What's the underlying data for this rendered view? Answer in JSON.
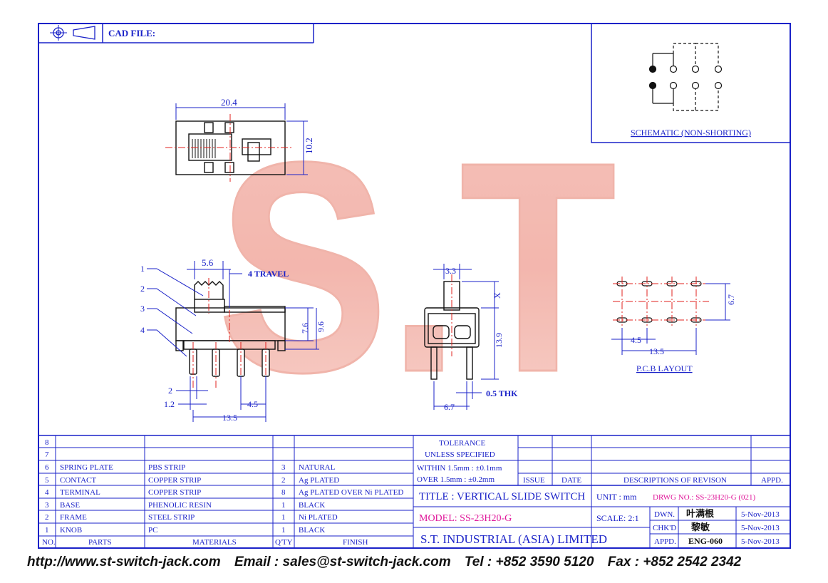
{
  "header": {
    "cad_file_label": "CAD FILE:"
  },
  "schematic": {
    "caption": "SCHEMATIC (NON-SHORTING)"
  },
  "top_view": {
    "width_dim": "20.4",
    "height_dim": "10.2"
  },
  "side_view": {
    "callouts": [
      "1",
      "2",
      "3",
      "4"
    ],
    "knob_dim": "5.6",
    "travel": "4 TRAVEL",
    "dim_7_6": "7.6",
    "dim_9_6": "9.6",
    "dim_2": "2",
    "dim_1_2": "1.2",
    "dim_4_5": "4.5",
    "dim_13_5": "13.5"
  },
  "end_view": {
    "dim_3_3": "3.3",
    "dim_x": "X",
    "dim_13_9": "13.9",
    "thk": "0.5 THK",
    "dim_6_7": "6.7"
  },
  "pcb": {
    "dim_6_7": "6.7",
    "dim_4_5": "4.5",
    "dim_13_5": "13.5",
    "caption": "P.C.B LAYOUT"
  },
  "watermark": "S.T",
  "parts_table": {
    "rows": [
      {
        "no": "8",
        "part": "",
        "material": "",
        "qty": "",
        "finish": ""
      },
      {
        "no": "7",
        "part": "",
        "material": "",
        "qty": "",
        "finish": ""
      },
      {
        "no": "6",
        "part": "SPRING PLATE",
        "material": "PBS STRIP",
        "qty": "3",
        "finish": "NATURAL"
      },
      {
        "no": "5",
        "part": "CONTACT",
        "material": "COPPER STRIP",
        "qty": "2",
        "finish": "Ag PLATED"
      },
      {
        "no": "4",
        "part": "TERMINAL",
        "material": "COPPER STRIP",
        "qty": "8",
        "finish": "Ag PLATED OVER Ni PLATED"
      },
      {
        "no": "3",
        "part": "BASE",
        "material": "PHENOLIC RESIN",
        "qty": "1",
        "finish": "BLACK"
      },
      {
        "no": "2",
        "part": "FRAME",
        "material": "STEEL STRIP",
        "qty": "1",
        "finish": "Ni PLATED"
      },
      {
        "no": "1",
        "part": "KNOB",
        "material": "PC",
        "qty": "1",
        "finish": "BLACK"
      }
    ],
    "headers": {
      "no": "NO.",
      "part": "PARTS",
      "material": "MATERIALS",
      "qty": "Q'TY",
      "finish": "FINISH"
    }
  },
  "tolerance": {
    "title1": "TOLERANCE",
    "title2": "UNLESS   SPECIFIED",
    "within": "WITHIN  1.5mm : ±0.1mm",
    "over": "OVER    1.5mm : ±0.2mm"
  },
  "revision": {
    "issue": "ISSUE",
    "date": "DATE",
    "desc": "DESCRIPTIONS OF REVISON",
    "appd": "APPD."
  },
  "title_block": {
    "title": "TITLE : VERTICAL SLIDE SWITCH",
    "unit": "UNIT :   mm",
    "dwg_no": "DRWG NO.: SS-23H20-G (021)",
    "model": "MODEL: SS-23H20-G",
    "scale": "SCALE:   2:1",
    "company": "S.T.  INDUSTRIAL  (ASIA)  LIMITED",
    "dwn_label": "DWN.",
    "dwn_name": "叶满根",
    "dwn_date": "5-Nov-2013",
    "chkd_label": "CHK'D",
    "chkd_name": "黎敏",
    "chkd_date": "5-Nov-2013",
    "appd_label": "APPD.",
    "appd_name": "ENG-060",
    "appd_date": "5-Nov-2013"
  },
  "footer": {
    "website": "http://www.st-switch-jack.com",
    "email": "Email : sales@st-switch-jack.com",
    "tel": "Tel : +852 3590 5120",
    "fax": "Fax : +852 2542 2342"
  }
}
